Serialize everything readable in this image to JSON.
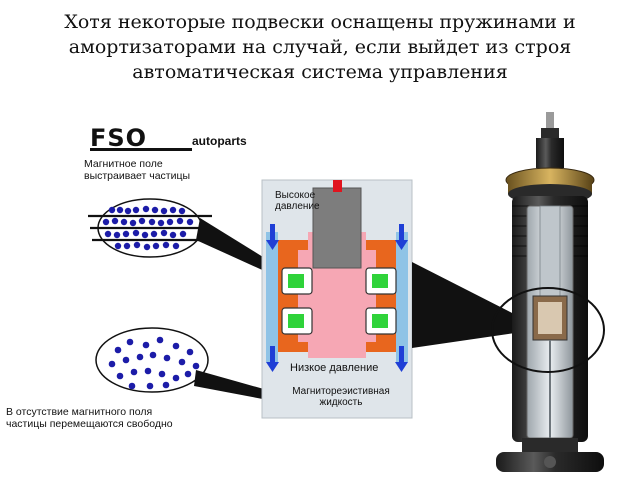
{
  "caption": {
    "lines": [
      "Хотя некоторые подвески оснащены пружинами и",
      "амортизаторами на случай, если выйдет из строя",
      "автоматическая система управления"
    ]
  },
  "logo": {
    "main": "FSO",
    "sub": "autoparts"
  },
  "labels": {
    "magnetic_field_line1": "Магнитное поле",
    "magnetic_field_line2": "выстраивает частицы",
    "high_pressure_line1": "Высокое",
    "high_pressure_line2": "давление",
    "low_pressure": "Низкое давление",
    "fluid_line1": "Магнитореэистивная",
    "fluid_line2": "жидкость",
    "no_field_line1": "В отсутствие магнитного поля",
    "no_field_line2": "частицы перемещаются свободно"
  },
  "colors": {
    "particle": "#1c1ca8",
    "chamber_pink": "#f6a7b4",
    "piston_gray": "#7d7d7d",
    "coil_orange": "#e8661e",
    "coil_green": "#2fd33a",
    "arrow_blue": "#1f3fd6",
    "red_marker": "#e0141e"
  }
}
